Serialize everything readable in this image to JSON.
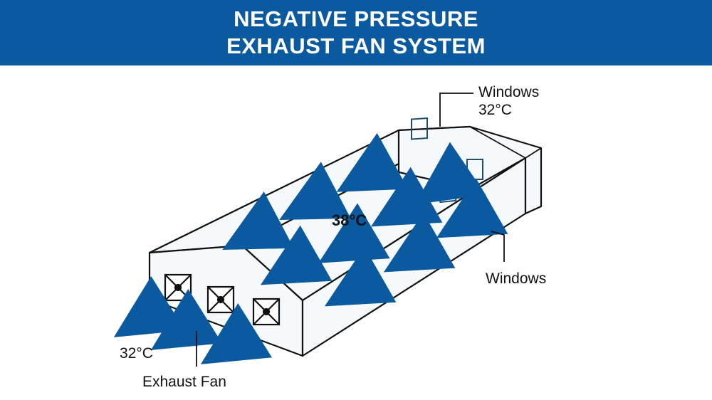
{
  "header": {
    "title_line1": "NEGATIVE PRESSURE",
    "title_line2": "EXHAUST FAN SYSTEM"
  },
  "labels": {
    "windows_top": "Windows",
    "temp_top": "32°C",
    "windows_side": "Windows",
    "temp_center": "38°C",
    "temp_outlet": "32°C",
    "exhaust_fan": "Exhaust Fan"
  },
  "colors": {
    "banner": "#0b5aa0",
    "arrow": "#0b5aa0",
    "outline": "#111111"
  },
  "icons": [
    "exhaust-fan-icon",
    "window-icon",
    "airflow-arrow-icon"
  ]
}
